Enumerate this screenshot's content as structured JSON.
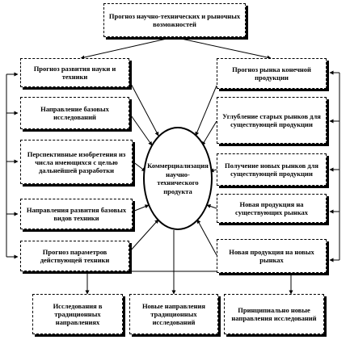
{
  "top": {
    "forecast_label": "Прогноз научно-технических и рыночных возможностей"
  },
  "hub": {
    "label": "Коммерциализация научно-технического продукта"
  },
  "left_column": [
    {
      "label": "Прогноз развития науки и техники"
    },
    {
      "label": "Направление базовых исследований"
    },
    {
      "label": "Перспективные изобретения из числа имеющихся с целью дальнейшей разработки"
    },
    {
      "label": "Направления развития базовых видов техники"
    },
    {
      "label": "Прогноз параметров действующей техники"
    }
  ],
  "right_column": [
    {
      "label": "Прогноз рынка конечной продукции"
    },
    {
      "label": "Углубление старых рынков для существующей продукции"
    },
    {
      "label": "Получение новых рынков для существующей продукции"
    },
    {
      "label": "Новая продукция на существующих рынках"
    },
    {
      "label": "Новая продукция на новых рынках"
    }
  ],
  "bottom_row": [
    {
      "label": "Исследования в традиционных направлениях"
    },
    {
      "label": "Новые направления традиционных исследований"
    },
    {
      "label": "Принципиально новые направления исследований"
    }
  ]
}
